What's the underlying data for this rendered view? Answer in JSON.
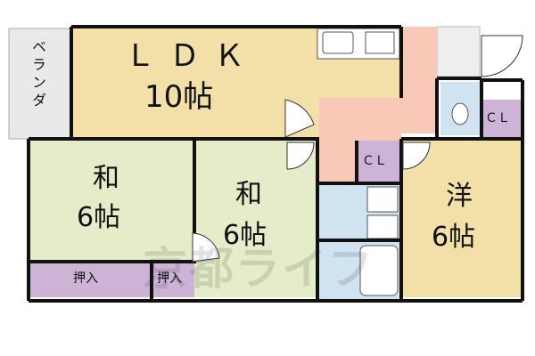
{
  "rooms": {
    "balcony": {
      "label": "ベランダ"
    },
    "ldk": {
      "name": "ＬＤＫ",
      "size": "10帖"
    },
    "washitsu1": {
      "name": "和",
      "size": "6帖"
    },
    "washitsu2": {
      "name": "和",
      "size": "6帖"
    },
    "youshitsu": {
      "name": "洋",
      "size": "6帖"
    },
    "oshiire1": {
      "label": "押入"
    },
    "oshiire2": {
      "label": "押入"
    },
    "closet1": {
      "label": "ＣＬ"
    },
    "closet2": {
      "label": "ＣＬ"
    }
  },
  "watermark": {
    "text": "京都ライフ"
  },
  "colors": {
    "ldk": "#f2e0a8",
    "tatami": "#e4ecc9",
    "hall": "#f7c9b6",
    "closet": "#cdb4d6",
    "wet": "#cfe3f0",
    "balcony": "#e9e9e9",
    "wall": "#111111"
  }
}
